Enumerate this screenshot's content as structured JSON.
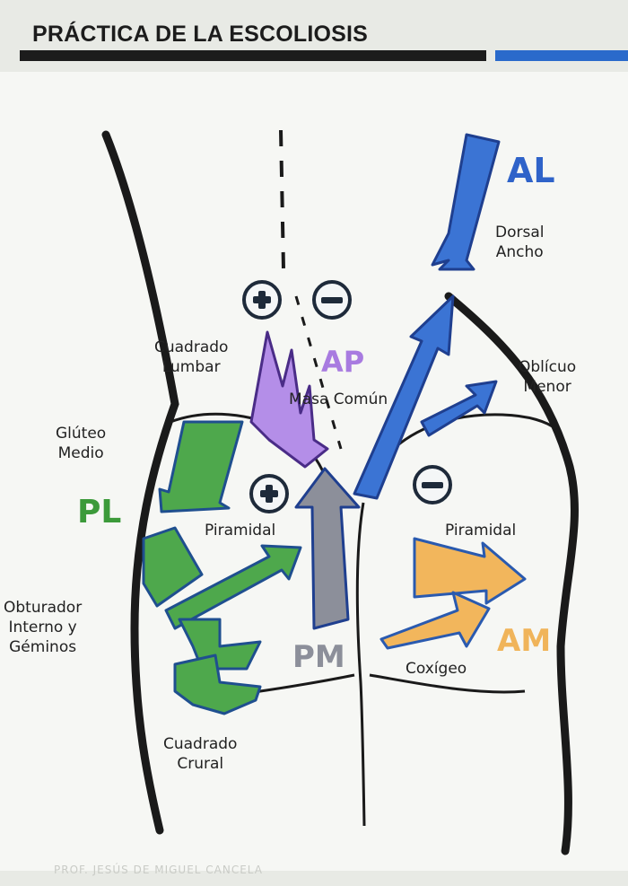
{
  "title": "PRÁCTICA DE LA ESCOLIOSIS",
  "groups": {
    "AL": {
      "label": "AL",
      "color": "#2f63c9"
    },
    "AP": {
      "label": "AP",
      "color": "#a87be0"
    },
    "PL": {
      "label": "PL",
      "color": "#3c9a3a"
    },
    "PM": {
      "label": "PM",
      "color": "#8c8f9a"
    },
    "AM": {
      "label": "AM",
      "color": "#f0b45a"
    }
  },
  "muscles": {
    "dorsal_ancho": "Dorsal\nAncho",
    "oblicuo_menor": "Oblícuo\nMenor",
    "cuadrado_lumbar": "Cuadrado\nLumbar",
    "masa_comun": "Masa Común",
    "gluteo_medio": "Glúteo\nMedio",
    "piramidal_left": "Piramidal",
    "piramidal_right": "Piramidal",
    "obturador": "Obturador\nInterno y\nGéminos",
    "coxigeo": "Coxígeo",
    "cuadrado_crural": "Cuadrado\nCrural"
  },
  "footer": "PROF. JESÚS DE MIGUEL CANCELA"
}
